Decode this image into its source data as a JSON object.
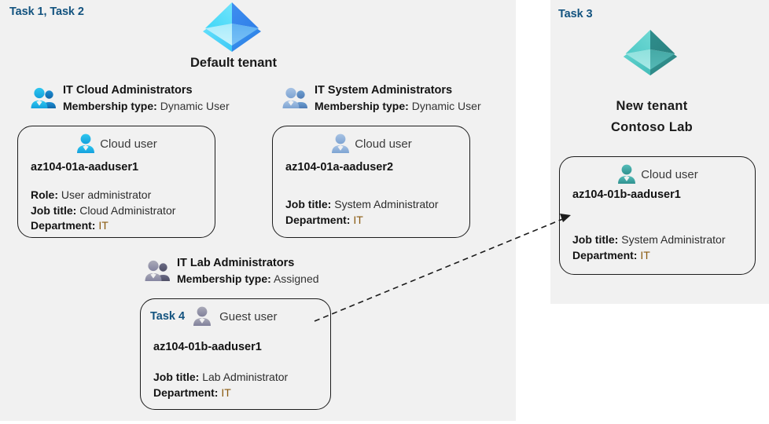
{
  "panels": {
    "default": {
      "task_label": "Task 1, Task 2",
      "tenant_title": "Default tenant",
      "tenant_icon": "azure-ad-tenant-icon"
    },
    "new": {
      "task_label": "Task 3",
      "tenant_title_line1": "New  tenant",
      "tenant_title_line2": "Contoso Lab",
      "tenant_icon": "azure-ad-tenant-icon"
    }
  },
  "groups": [
    {
      "id": "it-cloud-administrators",
      "name": "IT Cloud Administrators",
      "membership_key": "Membership type:",
      "membership_value": "Dynamic User",
      "icon": "group-users-icon"
    },
    {
      "id": "it-system-administrators",
      "name": "IT System Administrators",
      "membership_key": "Membership type:",
      "membership_value": "Dynamic User",
      "icon": "group-users-icon"
    },
    {
      "id": "it-lab-administrators",
      "name": "IT Lab Administrators",
      "membership_key": "Membership type:",
      "membership_value": "Assigned",
      "icon": "group-users-icon"
    }
  ],
  "users": [
    {
      "id": "az104-01a-aaduser1",
      "user_type": "Cloud user",
      "icon": "cloud-user-icon",
      "name": "az104-01a-aaduser1",
      "attributes": [
        {
          "key": "Role:",
          "value": "User administrator"
        },
        {
          "key": "Job title:",
          "value": "Cloud Administrator"
        },
        {
          "key": "Department:",
          "value": "IT"
        }
      ]
    },
    {
      "id": "az104-01a-aaduser2",
      "user_type": "Cloud user",
      "icon": "cloud-user-icon",
      "name": "az104-01a-aaduser2",
      "attributes": [
        {
          "key": "Job title:",
          "value": "System Administrator"
        },
        {
          "key": "Department:",
          "value": "IT"
        }
      ]
    },
    {
      "id": "az104-01b-aaduser1-guest",
      "task_label": "Task 4",
      "user_type": "Guest user",
      "icon": "guest-user-icon",
      "name": "az104-01b-aaduser1",
      "attributes": [
        {
          "key": "Job title:",
          "value": "Lab Administrator"
        },
        {
          "key": "Department:",
          "value": "IT"
        }
      ]
    },
    {
      "id": "az104-01b-aaduser1-new-tenant",
      "user_type": "Cloud user",
      "icon": "cloud-user-icon",
      "name": "az104-01b-aaduser1",
      "attributes": [
        {
          "key": "Job title:",
          "value": "System Administrator"
        },
        {
          "key": "Department:",
          "value": "IT"
        }
      ]
    }
  ],
  "connector": {
    "name": "guest-to-cloud-user-arrow",
    "style": "dashed-arrow"
  },
  "colors": {
    "panel_background": "#f1f1f1",
    "page_background": "#ffffff",
    "task_label": "#13537f",
    "card_border": "#1c1c1c",
    "department_value": "#8a5a10",
    "tenant_default_icon": "#32b5f1",
    "tenant_new_icon": "#4cbdb9",
    "group_icon_cloud": "#17b0e8",
    "group_icon_system": "#8fb3da",
    "group_icon_lab": "#8d8da6"
  }
}
